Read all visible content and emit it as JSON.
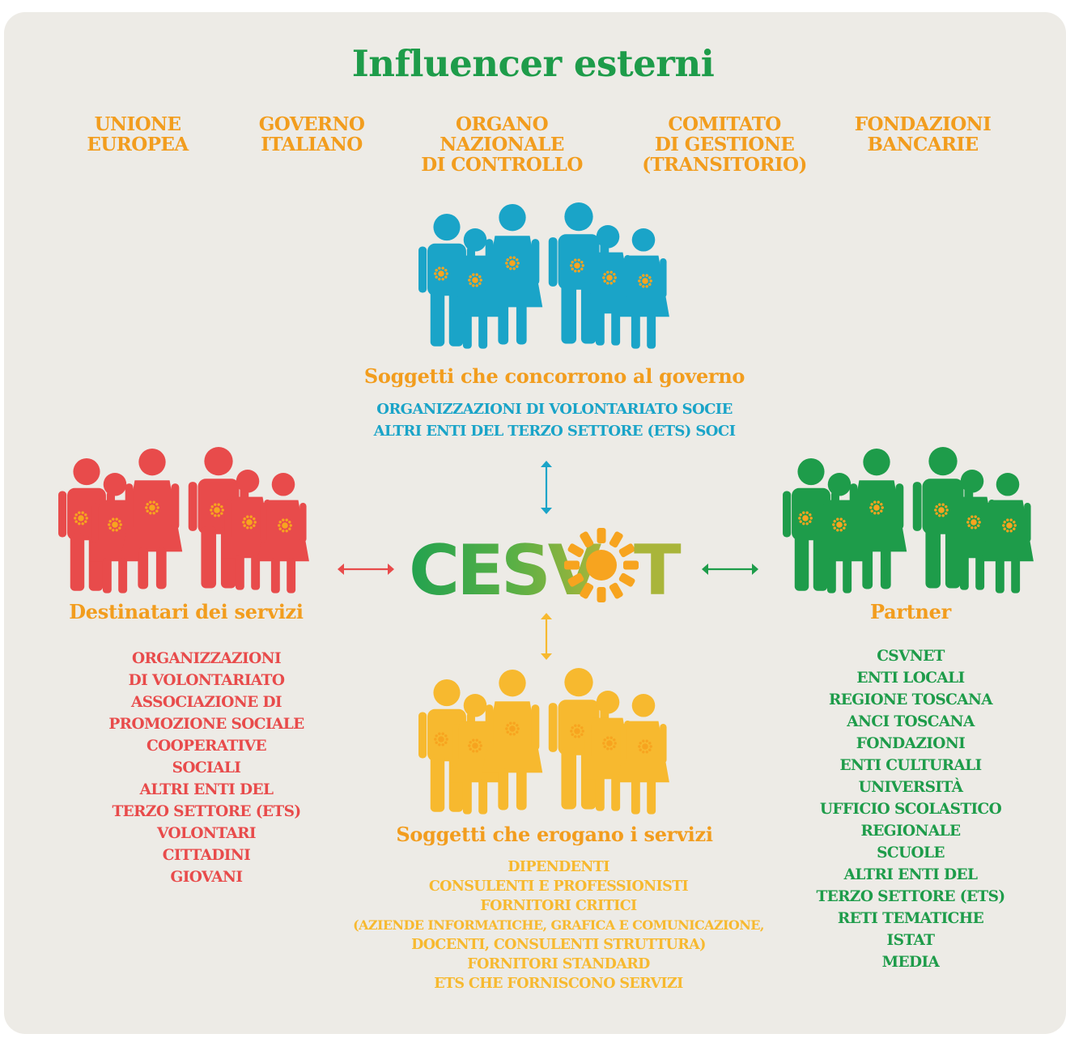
{
  "title": "Influencer esterni",
  "influencers": [
    "UNIONE\nEUROPEA",
    "GOVERNO\nITALIANO",
    "ORGANO\nNAZIONALE\nDI CONTROLLO",
    "COMITATO\nDI GESTIONE\n(TRANSITORIO)",
    "FONDAZIONI\nBANCARIE"
  ],
  "logo": {
    "text_left": "CESV",
    "text_right": "T"
  },
  "colors": {
    "blue": "#1aa4c8",
    "red": "#e84b4b",
    "green": "#1e9c4a",
    "yellow": "#f7b92f",
    "orange": "#f29d1e"
  },
  "groups": {
    "governo": {
      "title": "Soggetti che concorrono al governo",
      "items": [
        "ORGANIZZAZIONI DI VOLONTARIATO SOCIE",
        "ALTRI ENTI DEL TERZO SETTORE (ETS) SOCI"
      ]
    },
    "destinatari": {
      "title": "Destinatari dei servizi",
      "items": [
        "ORGANIZZAZIONI",
        "DI VOLONTARIATO",
        "ASSOCIAZIONE DI",
        "PROMOZIONE SOCIALE",
        "COOPERATIVE",
        "SOCIALI",
        "ALTRI ENTI DEL",
        "TERZO SETTORE (ETS)",
        "VOLONTARI",
        "CITTADINI",
        "GIOVANI"
      ]
    },
    "partner": {
      "title": "Partner",
      "items": [
        "CSVNET",
        "ENTI LOCALI",
        "REGIONE TOSCANA",
        "ANCI TOSCANA",
        "FONDAZIONI",
        "ENTI CULTURALI",
        "UNIVERSITÀ",
        "UFFICIO SCOLASTICO",
        "REGIONALE",
        "SCUOLE",
        "ALTRI ENTI DEL",
        "TERZO SETTORE (ETS)",
        "RETI TEMATICHE",
        "ISTAT",
        "MEDIA"
      ]
    },
    "erogano": {
      "title": "Soggetti che erogano  i servizi",
      "items": [
        "DIPENDENTI",
        "CONSULENTI E PROFESSIONISTI",
        "FORNITORI CRITICI",
        "(AZIENDE INFORMATICHE, GRAFICA E COMUNICAZIONE,",
        "DOCENTI, CONSULENTI STRUTTURA)",
        "FORNITORI STANDARD",
        "ETS CHE FORNISCONO SERVIZI"
      ]
    }
  }
}
